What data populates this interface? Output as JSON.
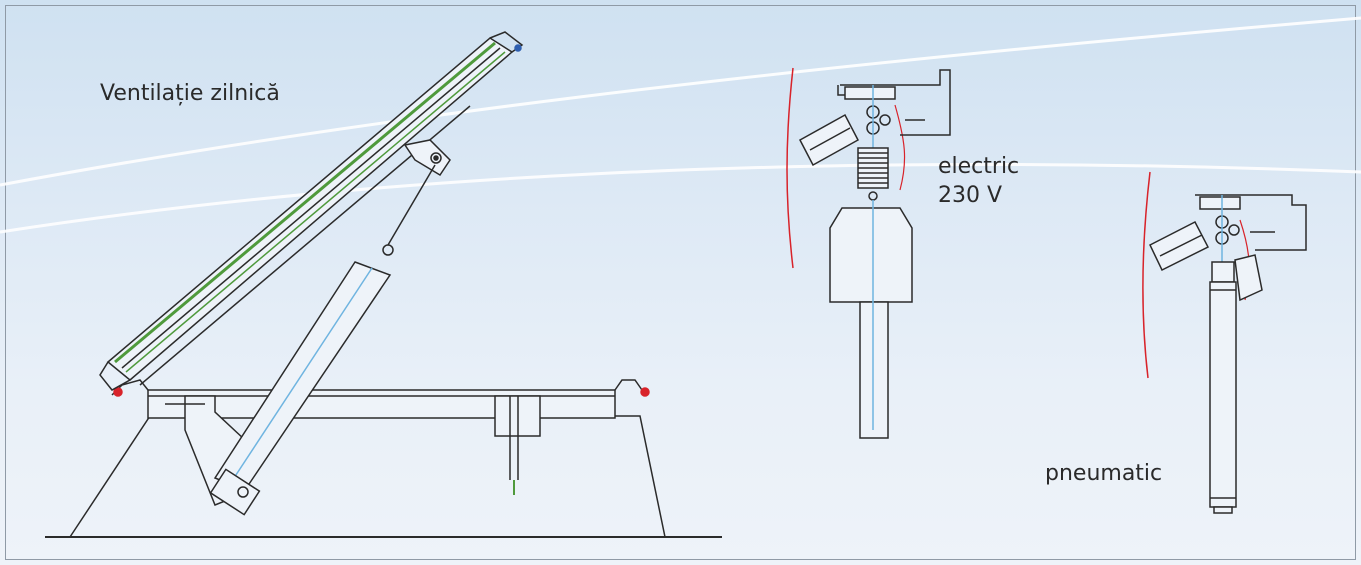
{
  "labels": {
    "daily_ventilation": "Ventilație zilnică",
    "electric_line1": "electric",
    "electric_line2": "230 V",
    "pneumatic": "pneumatic"
  },
  "colors": {
    "line": "#2b2b2b",
    "accent_green": "#4f9a3c",
    "accent_blue": "#6fb4e0",
    "accent_red": "#d8232a",
    "sky_top": "#cfe1f1",
    "sky_bottom": "#eef3f9",
    "frame": "#8f9aa6"
  }
}
